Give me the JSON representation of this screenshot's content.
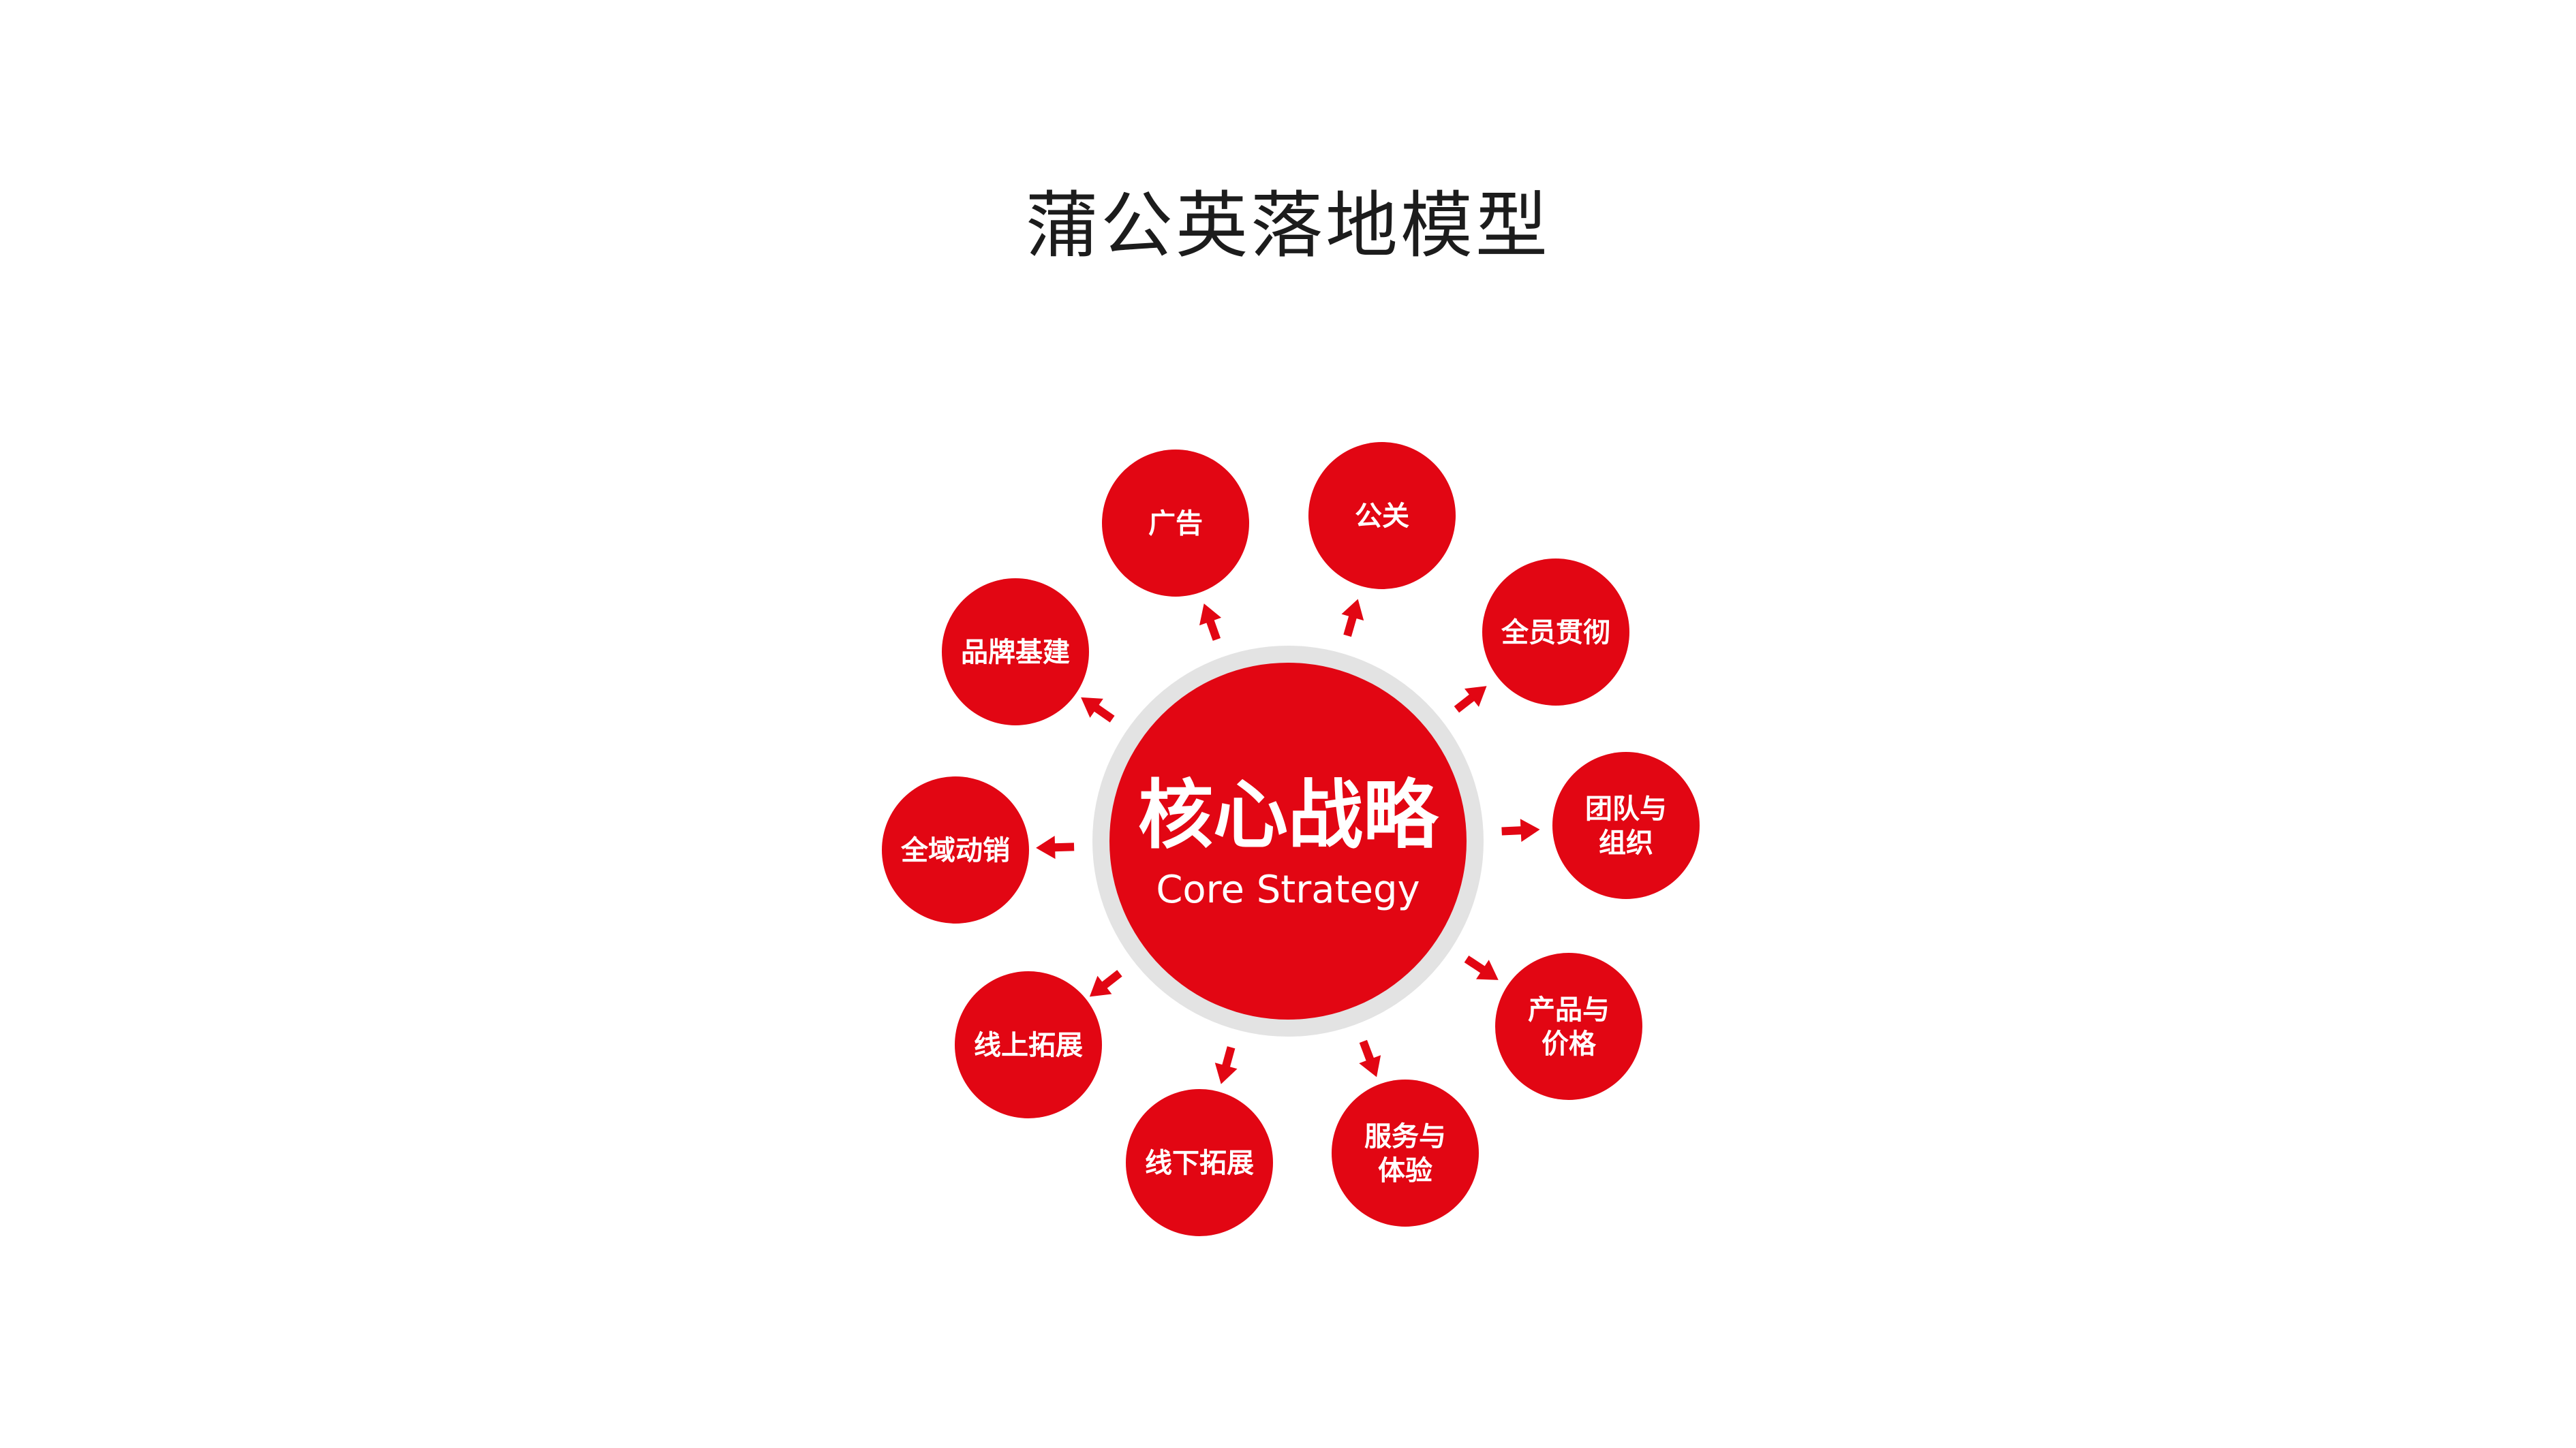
{
  "title": "蒲公英落地模型",
  "center": {
    "title": "核心战略",
    "subtitle": "Core Strategy"
  },
  "nodes": [
    {
      "id": "guanggao",
      "lines": [
        "广告"
      ]
    },
    {
      "id": "gongguan",
      "lines": [
        "公关"
      ]
    },
    {
      "id": "quanyuan",
      "lines": [
        "全员贯彻"
      ]
    },
    {
      "id": "tuandui",
      "lines": [
        "团队与",
        "组织"
      ]
    },
    {
      "id": "chanpin",
      "lines": [
        "产品与",
        "价格"
      ]
    },
    {
      "id": "fuwu",
      "lines": [
        "服务与",
        "体验"
      ]
    },
    {
      "id": "xianxia",
      "lines": [
        "线下拓展"
      ]
    },
    {
      "id": "xianshang",
      "lines": [
        "线上拓展"
      ]
    },
    {
      "id": "quanyu",
      "lines": [
        "全域动销"
      ]
    },
    {
      "id": "pinpai",
      "lines": [
        "品牌基建"
      ]
    }
  ],
  "colors": {
    "accent": "#e20613",
    "ring": "#e3e3e3",
    "title": "#1c1c1c"
  }
}
